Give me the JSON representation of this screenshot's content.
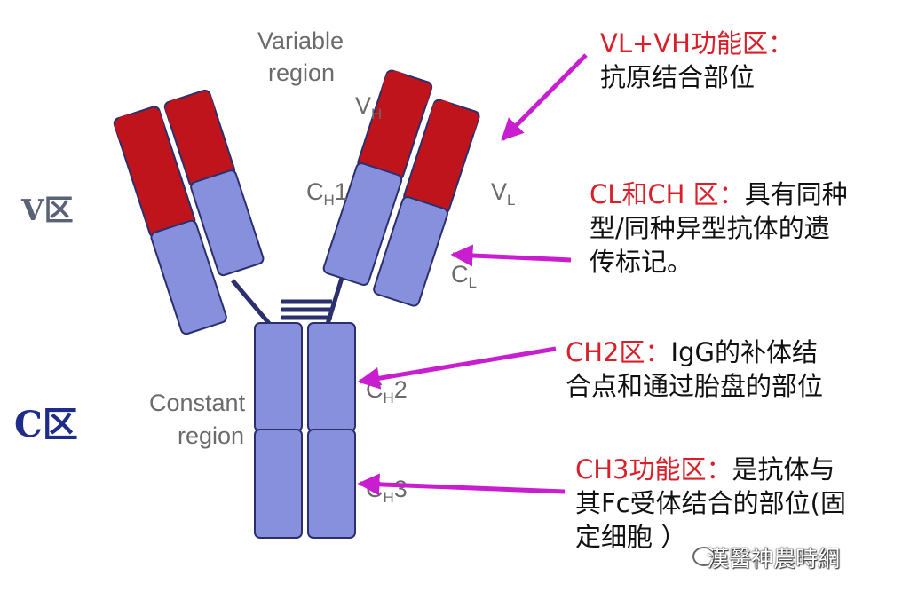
{
  "diagram": {
    "variable_region_line1": "Variable",
    "variable_region_line2": "region",
    "constant_region_line1": "Constant",
    "constant_region_line2": "region",
    "vh_main": "V",
    "vh_sub": "H",
    "vl_main": "V",
    "vl_sub": "L",
    "ch1_main": "C",
    "ch1_sub": "H",
    "ch1_tail": "1",
    "cl_main": "C",
    "cl_sub": "L",
    "ch2_main": "C",
    "ch2_sub": "H",
    "ch2_tail": "2",
    "ch3_main": "C",
    "ch3_sub": "H",
    "ch3_tail": "3",
    "v_zone": "V区",
    "c_zone": "C区"
  },
  "annotations": {
    "vlvh_title": "VL+VH功能区：",
    "vlvh_line2": "抗原结合部位",
    "clch_title": "CL和CH 区：",
    "clch_line1_rest": "具有同种",
    "clch_line2": "型/同种异型抗体的遗",
    "clch_line3": "传标记。",
    "ch2_title": "CH2区：",
    "ch2_line1_rest": "IgG的补体结",
    "ch2_line2": "合点和通过胎盘的部位",
    "ch3_title": "CH3功能区：",
    "ch3_line1_rest": "是抗体与",
    "ch3_line2": "其Fc受体结合的部位(固",
    "ch3_line3": "定细胞 ）"
  },
  "watermark": {
    "text": "漢醫神農時網"
  },
  "colors": {
    "variable_domain": "#c0141c",
    "constant_domain": "#8790dc",
    "domain_outline": "#2b2f6e",
    "arrow": "#c81ed0",
    "annotation_heading": "#d9202a"
  }
}
